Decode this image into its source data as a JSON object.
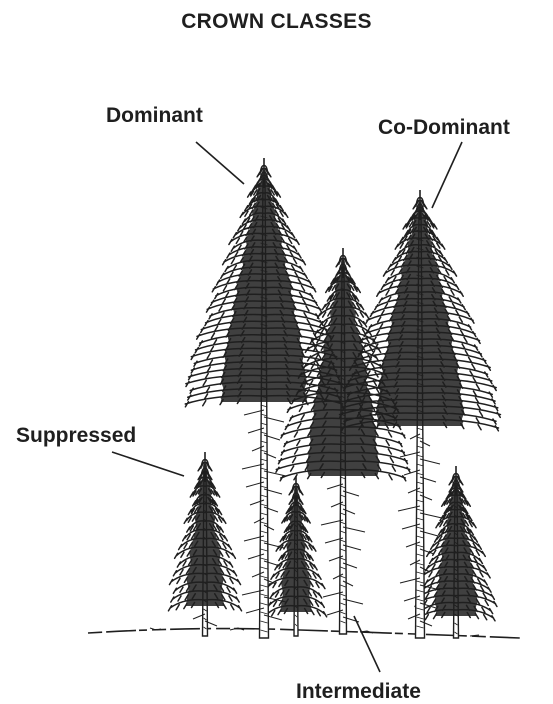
{
  "title": "CROWN CLASSES",
  "labels": {
    "dominant": "Dominant",
    "co_dominant": "Co-Dominant",
    "suppressed": "Suppressed",
    "intermediate": "Intermediate"
  },
  "colors": {
    "ink": "#1f1f1f",
    "background": "#ffffff"
  }
}
